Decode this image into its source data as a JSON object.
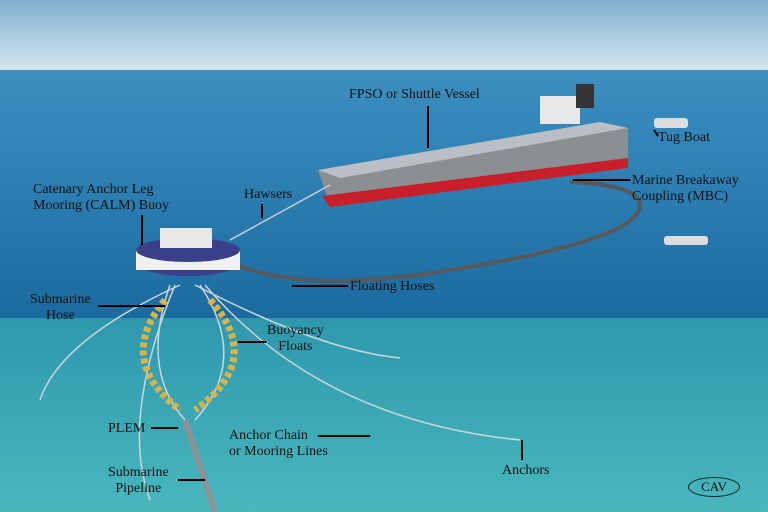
{
  "labels": {
    "fpso": "FPSO or Shuttle Vessel",
    "tug": "Tug Boat",
    "mbc_1": "Marine Breakaway",
    "mbc_2": "Coupling (MBC)",
    "calm_1": "Catenary Anchor Leg",
    "calm_2": "Mooring  (CALM) Buoy",
    "hawsers": "Hawsers",
    "floating_hoses": "Floating Hoses",
    "submarine_hose_1": "Submarine",
    "submarine_hose_2": "Hose",
    "buoyancy_1": "Buoyancy",
    "buoyancy_2": "Floats",
    "plem": "PLEM",
    "anchor_chain_1": "Anchor Chain",
    "anchor_chain_2": "or Mooring Lines",
    "pipeline_1": "Submarine",
    "pipeline_2": "Pipeline",
    "anchors": "Anchors"
  },
  "logo": "CAV",
  "colors": {
    "sky": "#b9d6e6",
    "sea": "#1d73a8",
    "underwater": "#3aa9b6",
    "hull": "#8a8f94",
    "hull_stripe": "#c8202a"
  }
}
